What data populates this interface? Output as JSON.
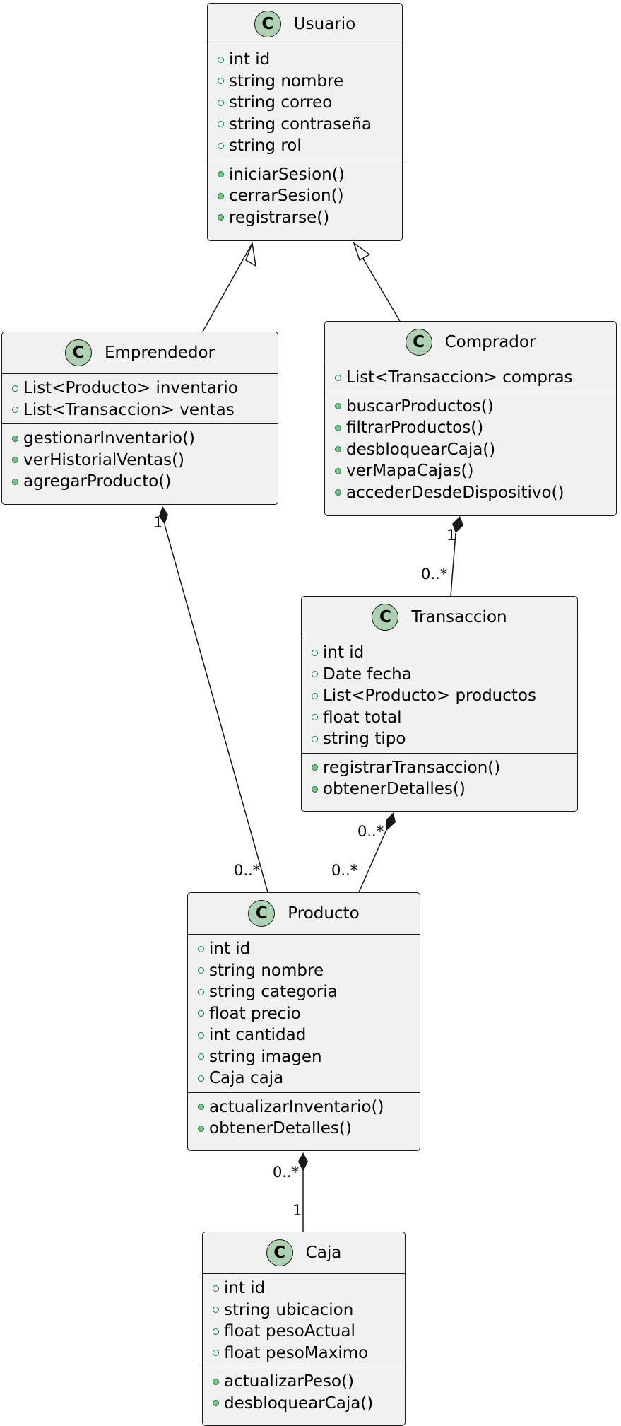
{
  "diagram": {
    "classes": {
      "usuario": {
        "name": "Usuario",
        "attributes": [
          "int id",
          "string nombre",
          "string correo",
          "string contraseña",
          "string rol"
        ],
        "methods": [
          "iniciarSesion()",
          "cerrarSesion()",
          "registrarse()"
        ]
      },
      "emprendedor": {
        "name": "Emprendedor",
        "attributes": [
          "List<Producto> inventario",
          "List<Transaccion> ventas"
        ],
        "methods": [
          "gestionarInventario()",
          "verHistorialVentas()",
          "agregarProducto()"
        ]
      },
      "comprador": {
        "name": "Comprador",
        "attributes": [
          "List<Transaccion> compras"
        ],
        "methods": [
          "buscarProductos()",
          "filtrarProductos()",
          "desbloquearCaja()",
          "verMapaCajas()",
          "accederDesdeDispositivo()"
        ]
      },
      "transaccion": {
        "name": "Transaccion",
        "attributes": [
          "int id",
          "Date fecha",
          "List<Producto> productos",
          "float total",
          "string tipo"
        ],
        "methods": [
          "registrarTransaccion()",
          "obtenerDetalles()"
        ]
      },
      "producto": {
        "name": "Producto",
        "attributes": [
          "int id",
          "string nombre",
          "string categoria",
          "float precio",
          "int cantidad",
          "string imagen",
          "Caja caja"
        ],
        "methods": [
          "actualizarInventario()",
          "obtenerDetalles()"
        ]
      },
      "caja": {
        "name": "Caja",
        "attributes": [
          "int id",
          "string ubicacion",
          "float pesoActual",
          "float pesoMaximo"
        ],
        "methods": [
          "actualizarPeso()",
          "desbloquearCaja()"
        ]
      }
    },
    "class_icon_letter": "C",
    "multiplicities": {
      "emprendedor_producto_source": "1",
      "emprendedor_producto_target": "0..*",
      "comprador_transaccion_source": "1",
      "comprador_transaccion_target": "0..*",
      "transaccion_producto_source": "0..*",
      "transaccion_producto_target": "0..*",
      "producto_caja_source": "0..*",
      "producto_caja_target": "1"
    },
    "colors": {
      "class_fill": "#f1f1f1",
      "border": "#181818",
      "icon_fill": "#add1b2",
      "visibility_public": "#038048"
    }
  }
}
